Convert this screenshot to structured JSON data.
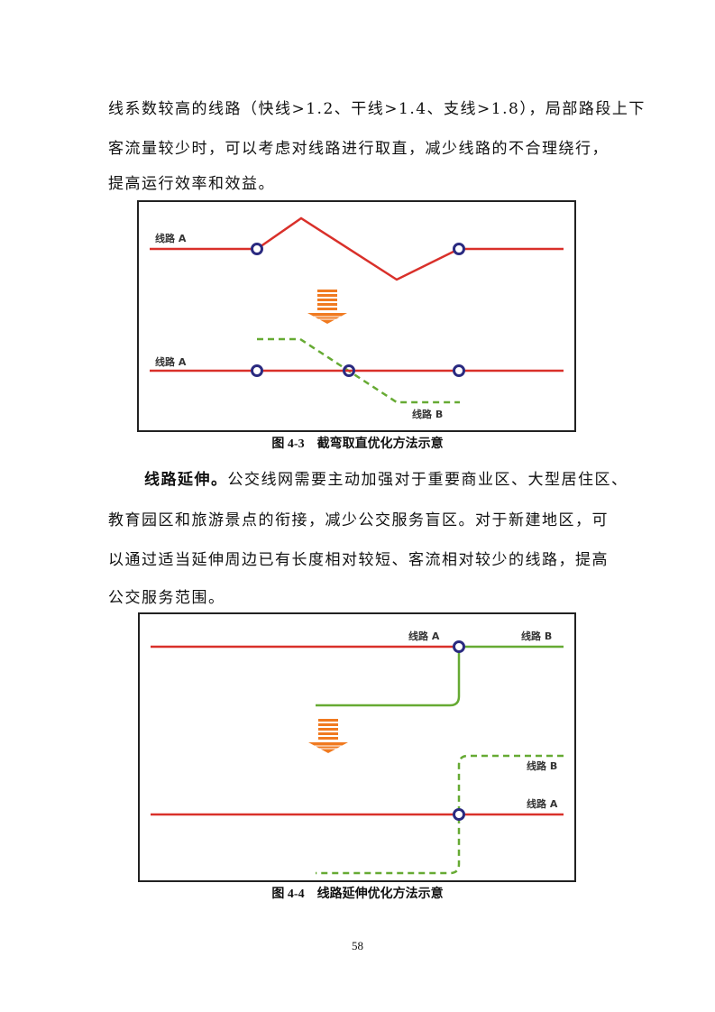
{
  "paragraph1": {
    "lines": [
      "线系数较高的线路（快线>1.2、干线>1.4、支线>1.8），局部路段上下",
      "客流量较少时，可以考虑对线路进行取直，减少线路的不合理绕行，",
      "提高运行效率和效益。"
    ]
  },
  "figure1": {
    "caption": "图 4-3　截弯取直优化方法示意",
    "labels": {
      "line_a_top": "线路 A",
      "line_a_bottom": "线路 A",
      "line_b": "线路 B"
    }
  },
  "paragraph2": {
    "heading": "线路延伸。",
    "lines": [
      "公交线网需要主动加强对于重要商业区、大型居住区、",
      "教育园区和旅游景点的衔接，减少公交服务盲区。对于新建地区，可",
      "以通过适当延伸周边已有长度相对较短、客流相对较少的线路，提高",
      "公交服务范围。"
    ]
  },
  "figure2": {
    "caption": "图 4-4　线路延伸优化方法示意",
    "labels": {
      "line_a_top": "线路 A",
      "line_b_top": "线路 B",
      "line_b_bottom": "线路 B",
      "line_a_bottom": "线路 A"
    }
  },
  "colors": {
    "line_a": "#d9302a",
    "line_b": "#66aa33",
    "station": "#2a2a80",
    "arrow": "#f07a20"
  },
  "page_number": "58"
}
